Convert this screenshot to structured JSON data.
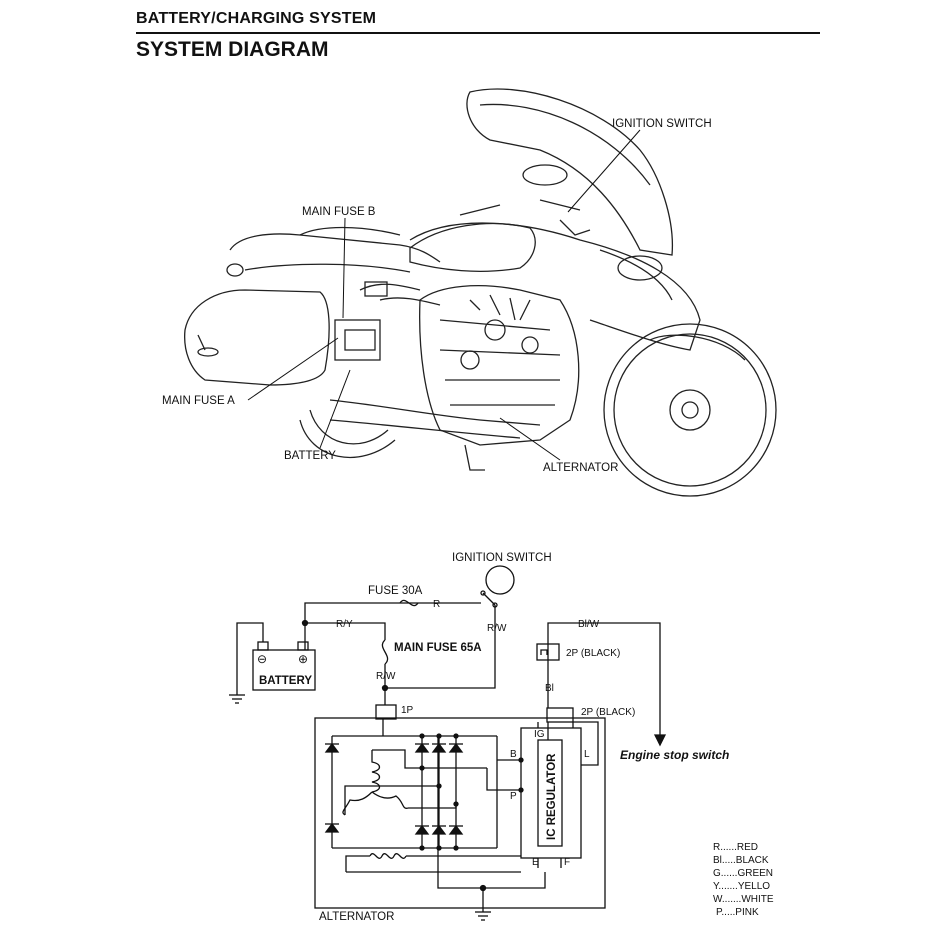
{
  "header": {
    "section_title": "BATTERY/CHARGING SYSTEM",
    "page_title": "SYSTEM DIAGRAM"
  },
  "illustration": {
    "callouts": {
      "ignition_switch": "IGNITION SWITCH",
      "main_fuse_b": "MAIN FUSE B",
      "main_fuse_a": "MAIN FUSE A",
      "battery": "BATTERY",
      "alternator": "ALTERNATOR"
    }
  },
  "schematic": {
    "ignition_switch": "IGNITION SWITCH",
    "fuse_30a": "FUSE  30A",
    "main_fuse_65a": "MAIN FUSE  65A",
    "battery": "BATTERY",
    "battery_minus": "⊖",
    "battery_plus": "⊕",
    "connector_1p": "1P",
    "connector_2p_top": "2P (BLACK)",
    "connector_2p_reg": "2P (BLACK)",
    "engine_stop_switch": "Engine stop switch",
    "ic_regulator": "IC REGULATOR",
    "alternator": "ALTERNATOR",
    "wires": {
      "r_1": "R",
      "r_y": "R/Y",
      "r_w_1": "R/W",
      "r_w_2": "R/W",
      "bl_w": "Bl/W",
      "bl": "Bl"
    },
    "terminals": {
      "ig": "IG",
      "b": "B",
      "l": "L",
      "p": "P",
      "e": "E",
      "f": "F"
    }
  },
  "legend": [
    "R......RED",
    "Bl.....BLACK",
    "G......GREEN",
    "Y.......YELLO",
    "W.......WHITE",
    "P.....PINK"
  ]
}
